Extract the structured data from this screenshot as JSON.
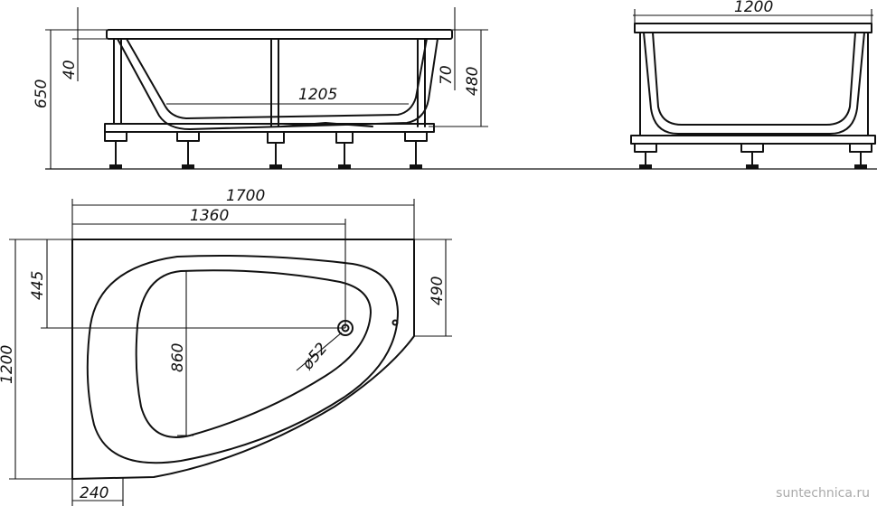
{
  "dimensions": {
    "side_height": "650",
    "rim_40": "40",
    "rim_70": "70",
    "depth": "480",
    "inner_length": "1205",
    "end_width": "1200",
    "total_length": "1700",
    "drain_pos": "1360",
    "drain_offset": "445",
    "short_side": "490",
    "total_width": "1200",
    "inner_width": "860",
    "drain_diameter": "ø52",
    "corner_width": "240"
  },
  "watermark": "suntechnica.ru",
  "colors": {
    "line": "#111111",
    "watermark": "#aaaaaa"
  }
}
